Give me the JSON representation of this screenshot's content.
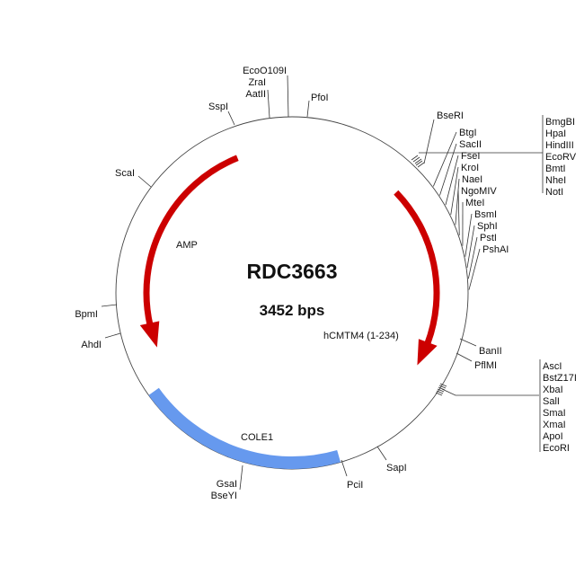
{
  "plasmid": {
    "name": "RDC3663",
    "size_label": "3452 bps"
  },
  "colors": {
    "arrow": "#cc0000",
    "ori": "#6699ee",
    "backbone": "#444444"
  },
  "features": {
    "amp": "AMP",
    "hcmtm4": "hCMTM4 (1-234)",
    "cole1": "COLE1"
  },
  "sites": {
    "sspi": "SspI",
    "ecoo109i": "EcoO109I",
    "zrai": "ZraI",
    "aatii": "AatII",
    "pfoi": "PfoI",
    "scai": "ScaI",
    "bpmi": "BpmI",
    "ahdi": "AhdI",
    "gsai": "GsaI",
    "bseyi": "BseYI",
    "pcii": "PciI",
    "sapi": "SapI",
    "banii": "BanII",
    "pflmi": "PflMI",
    "bseri": "BseRI",
    "right_column": [
      "BtgI",
      "SacII",
      "FseI",
      "KroI",
      "NaeI",
      "NgoMIV",
      "MteI",
      "BsmI",
      "SphI",
      "PstI",
      "PshAI"
    ],
    "mcs_top": [
      "BmgBI",
      "HpaI",
      "HindIII",
      "EcoRV",
      "BmtI",
      "NheI",
      "NotI"
    ],
    "mcs_bottom": [
      "AscI",
      "BstZ17I",
      "XbaI",
      "SalI",
      "SmaI",
      "XmaI",
      "ApoI",
      "EcoRI"
    ]
  }
}
